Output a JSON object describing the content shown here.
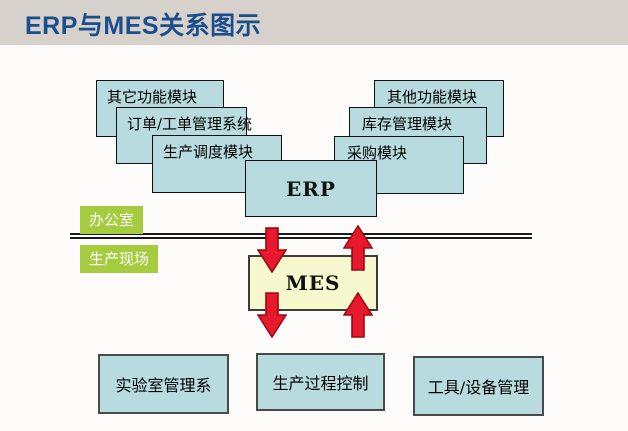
{
  "title": "ERP与MES关系图示",
  "colors": {
    "title_text": "#1b4e8e",
    "title_band_bg": "#d6d2cb",
    "module_box_fill": "#b7dbde",
    "mes_box_fill": "#f8f8cf",
    "zone_label_fill": "#a5cb3e",
    "arrow_fill": "#e8182d",
    "arrow_outline": "#9b0a12"
  },
  "diagram": {
    "erp_label": "ERP",
    "mes_label": "MES",
    "left_stack": [
      "其它功能模块",
      "订单/工单管理系统",
      "生产调度模块"
    ],
    "right_stack": [
      "其他功能模块",
      "库存管理模块",
      "采购模块"
    ],
    "zones": {
      "office": "办公室",
      "shop_floor": "生产现场"
    },
    "bottom_boxes": [
      "实验室管理系",
      "生产过程控制",
      "工具/设备管理"
    ]
  }
}
